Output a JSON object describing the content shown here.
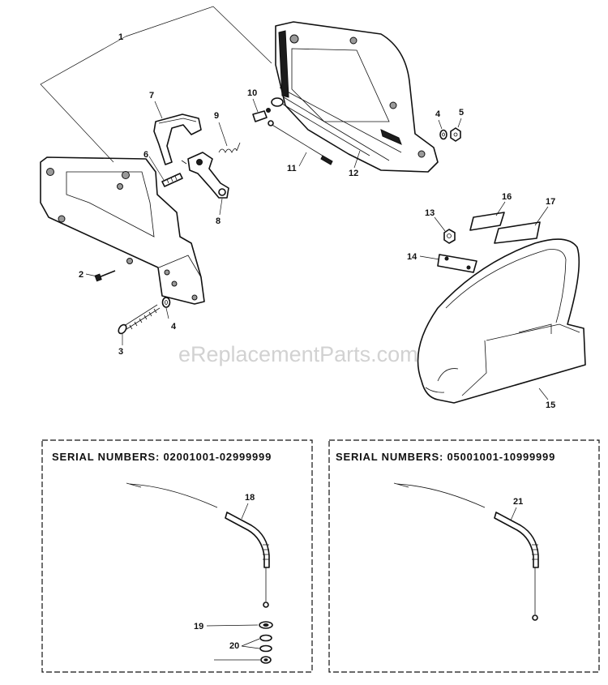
{
  "watermark": "eReplacementParts.com",
  "callouts": {
    "p1": "1",
    "p2": "2",
    "p3": "3",
    "p4a": "4",
    "p4b": "4",
    "p5": "5",
    "p6": "6",
    "p7": "7",
    "p8": "8",
    "p9": "9",
    "p10": "10",
    "p11": "11",
    "p12": "12",
    "p13": "13",
    "p14": "14",
    "p15": "15",
    "p16": "16",
    "p17": "17",
    "p18": "18",
    "p19": "19",
    "p20": "20",
    "p21": "21"
  },
  "panels": [
    {
      "serial_label": "SERIAL NUMBERS: 02001001-02999999"
    },
    {
      "serial_label": "SERIAL NUMBERS: 05001001-10999999"
    }
  ]
}
